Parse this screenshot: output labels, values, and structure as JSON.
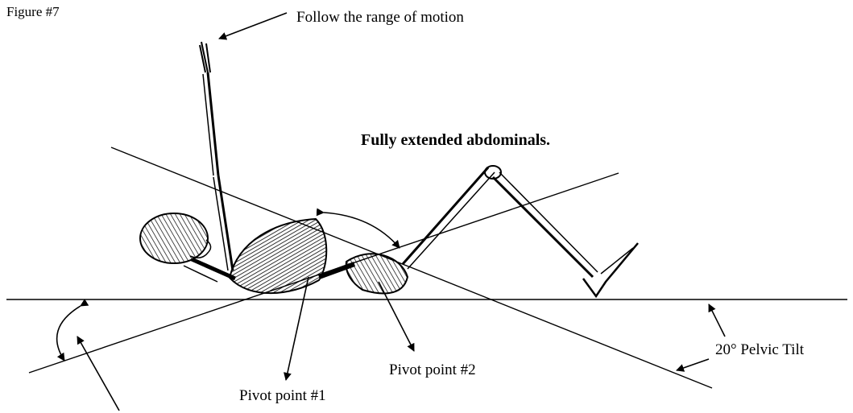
{
  "figure": {
    "label": "Figure #7",
    "annotations": {
      "range_of_motion": "Follow the range of motion",
      "abdominals": "Fully extended abdominals.",
      "pelvic_tilt": "20° Pelvic Tilt",
      "pivot_1": "Pivot point #1",
      "pivot_2": "Pivot point #2"
    }
  }
}
